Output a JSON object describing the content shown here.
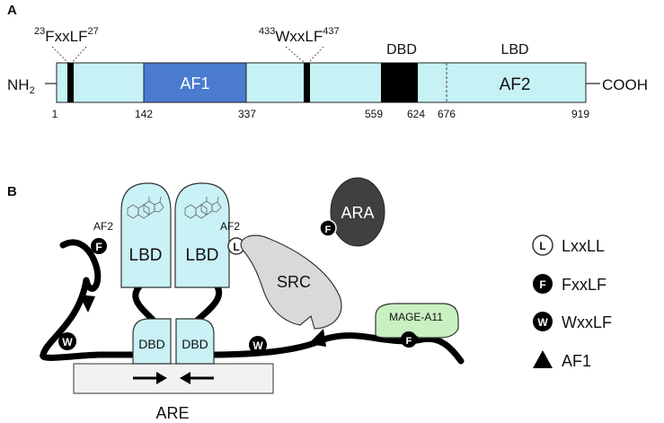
{
  "panelA": {
    "label": "A",
    "nh2": "NH",
    "nh2_sub": "2",
    "cooh": "COOH",
    "motif1": {
      "pre": "23",
      "name": "FxxLF",
      "post": "27"
    },
    "motif2": {
      "pre": "433",
      "name": "WxxLF",
      "post": "437"
    },
    "af1": "AF1",
    "dbd": "DBD",
    "lbd": "LBD",
    "af2": "AF2",
    "positions": [
      "1",
      "142",
      "337",
      "559",
      "624",
      "676",
      "919"
    ]
  },
  "panelB": {
    "label": "B",
    "lbd_label": "LBD",
    "dbd_label": "DBD",
    "af2_label": "AF2",
    "src": "SRC",
    "ara": "ARA",
    "mage": "MAGE-A11",
    "are": "ARE",
    "badge_F": "F",
    "badge_W": "W",
    "badge_L": "L"
  },
  "legend": {
    "items": [
      {
        "symbol": "L",
        "label": "LxxLL"
      },
      {
        "symbol": "F",
        "label": "FxxLF"
      },
      {
        "symbol": "W",
        "label": "WxxLF"
      },
      {
        "symbol": "triangle",
        "label": "AF1"
      }
    ]
  },
  "colors": {
    "bar_fill": "#c6f1f5",
    "af1_fill": "#4a7bcf",
    "dbd_fill": "#000000",
    "lbd_fill": "#c9f1f6",
    "src_fill": "#d9d9d9",
    "ara_fill": "#404040",
    "mage_fill": "#c8f0c0",
    "are_fill": "#f2f2f2"
  }
}
